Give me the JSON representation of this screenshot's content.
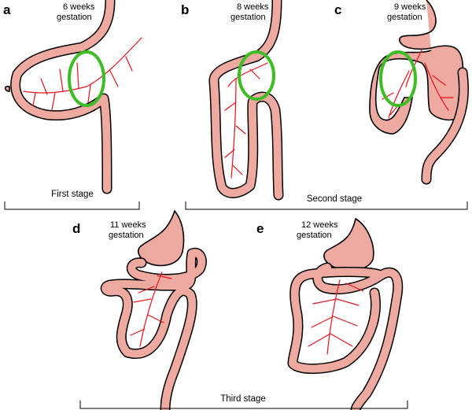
{
  "panels": [
    {
      "letter": "a",
      "caption_line1": "6 weeks",
      "caption_line2": "gestation"
    },
    {
      "letter": "b",
      "caption_line1": "8 weeks",
      "caption_line2": "gestation"
    },
    {
      "letter": "c",
      "caption_line1": "9 weeks",
      "caption_line2": "gestation"
    },
    {
      "letter": "d",
      "caption_line1": "11 weeks",
      "caption_line2": "gestation"
    },
    {
      "letter": "e",
      "caption_line1": "12 weeks",
      "caption_line2": "gestation"
    }
  ],
  "stages": {
    "first": "First stage",
    "second": "Second stage",
    "third": "Third stage"
  },
  "colors": {
    "gut": "#eeaaa0",
    "vessels": "#e8121c",
    "rotation_ring": "#3dbd25",
    "outline": "#000000"
  }
}
